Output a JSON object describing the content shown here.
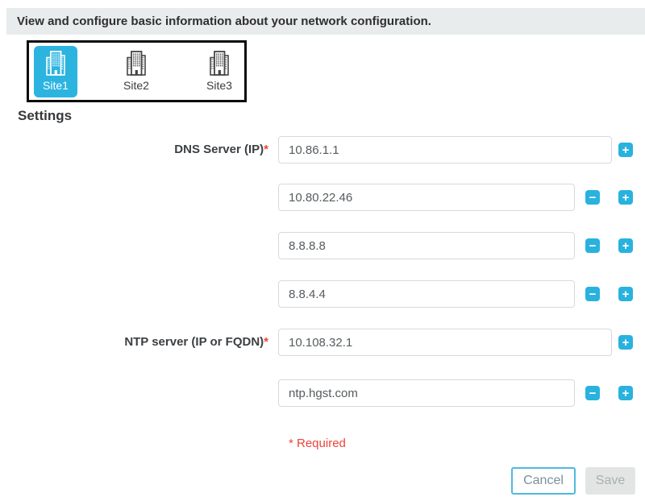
{
  "header": {
    "text": "View and configure basic information about your network configuration."
  },
  "sites": [
    {
      "label": "Site1",
      "selected": true
    },
    {
      "label": "Site2",
      "selected": false
    },
    {
      "label": "Site3",
      "selected": false
    }
  ],
  "settings": {
    "title": "Settings"
  },
  "form": {
    "rows": [
      {
        "label": "DNS Server (IP)",
        "required": "*",
        "value": "10.86.1.1"
      },
      {
        "value": "10.80.22.46"
      },
      {
        "value": "8.8.8.8"
      },
      {
        "value": "8.8.4.4"
      },
      {
        "label": "NTP server (IP or FQDN)",
        "required": "*",
        "value": "10.108.32.1"
      },
      {
        "value": "ntp.hgst.com"
      }
    ],
    "required_note": "* Required"
  },
  "icons": {
    "plus": "+",
    "minus": "−"
  },
  "actions": {
    "cancel": "Cancel",
    "save": "Save"
  },
  "colors": {
    "accent": "#29b2de",
    "header_bg": "#e8ecec",
    "required_red": "#ef4337",
    "selector_border": "#0b0b0b",
    "save_disabled_bg": "#e3e5e5"
  }
}
